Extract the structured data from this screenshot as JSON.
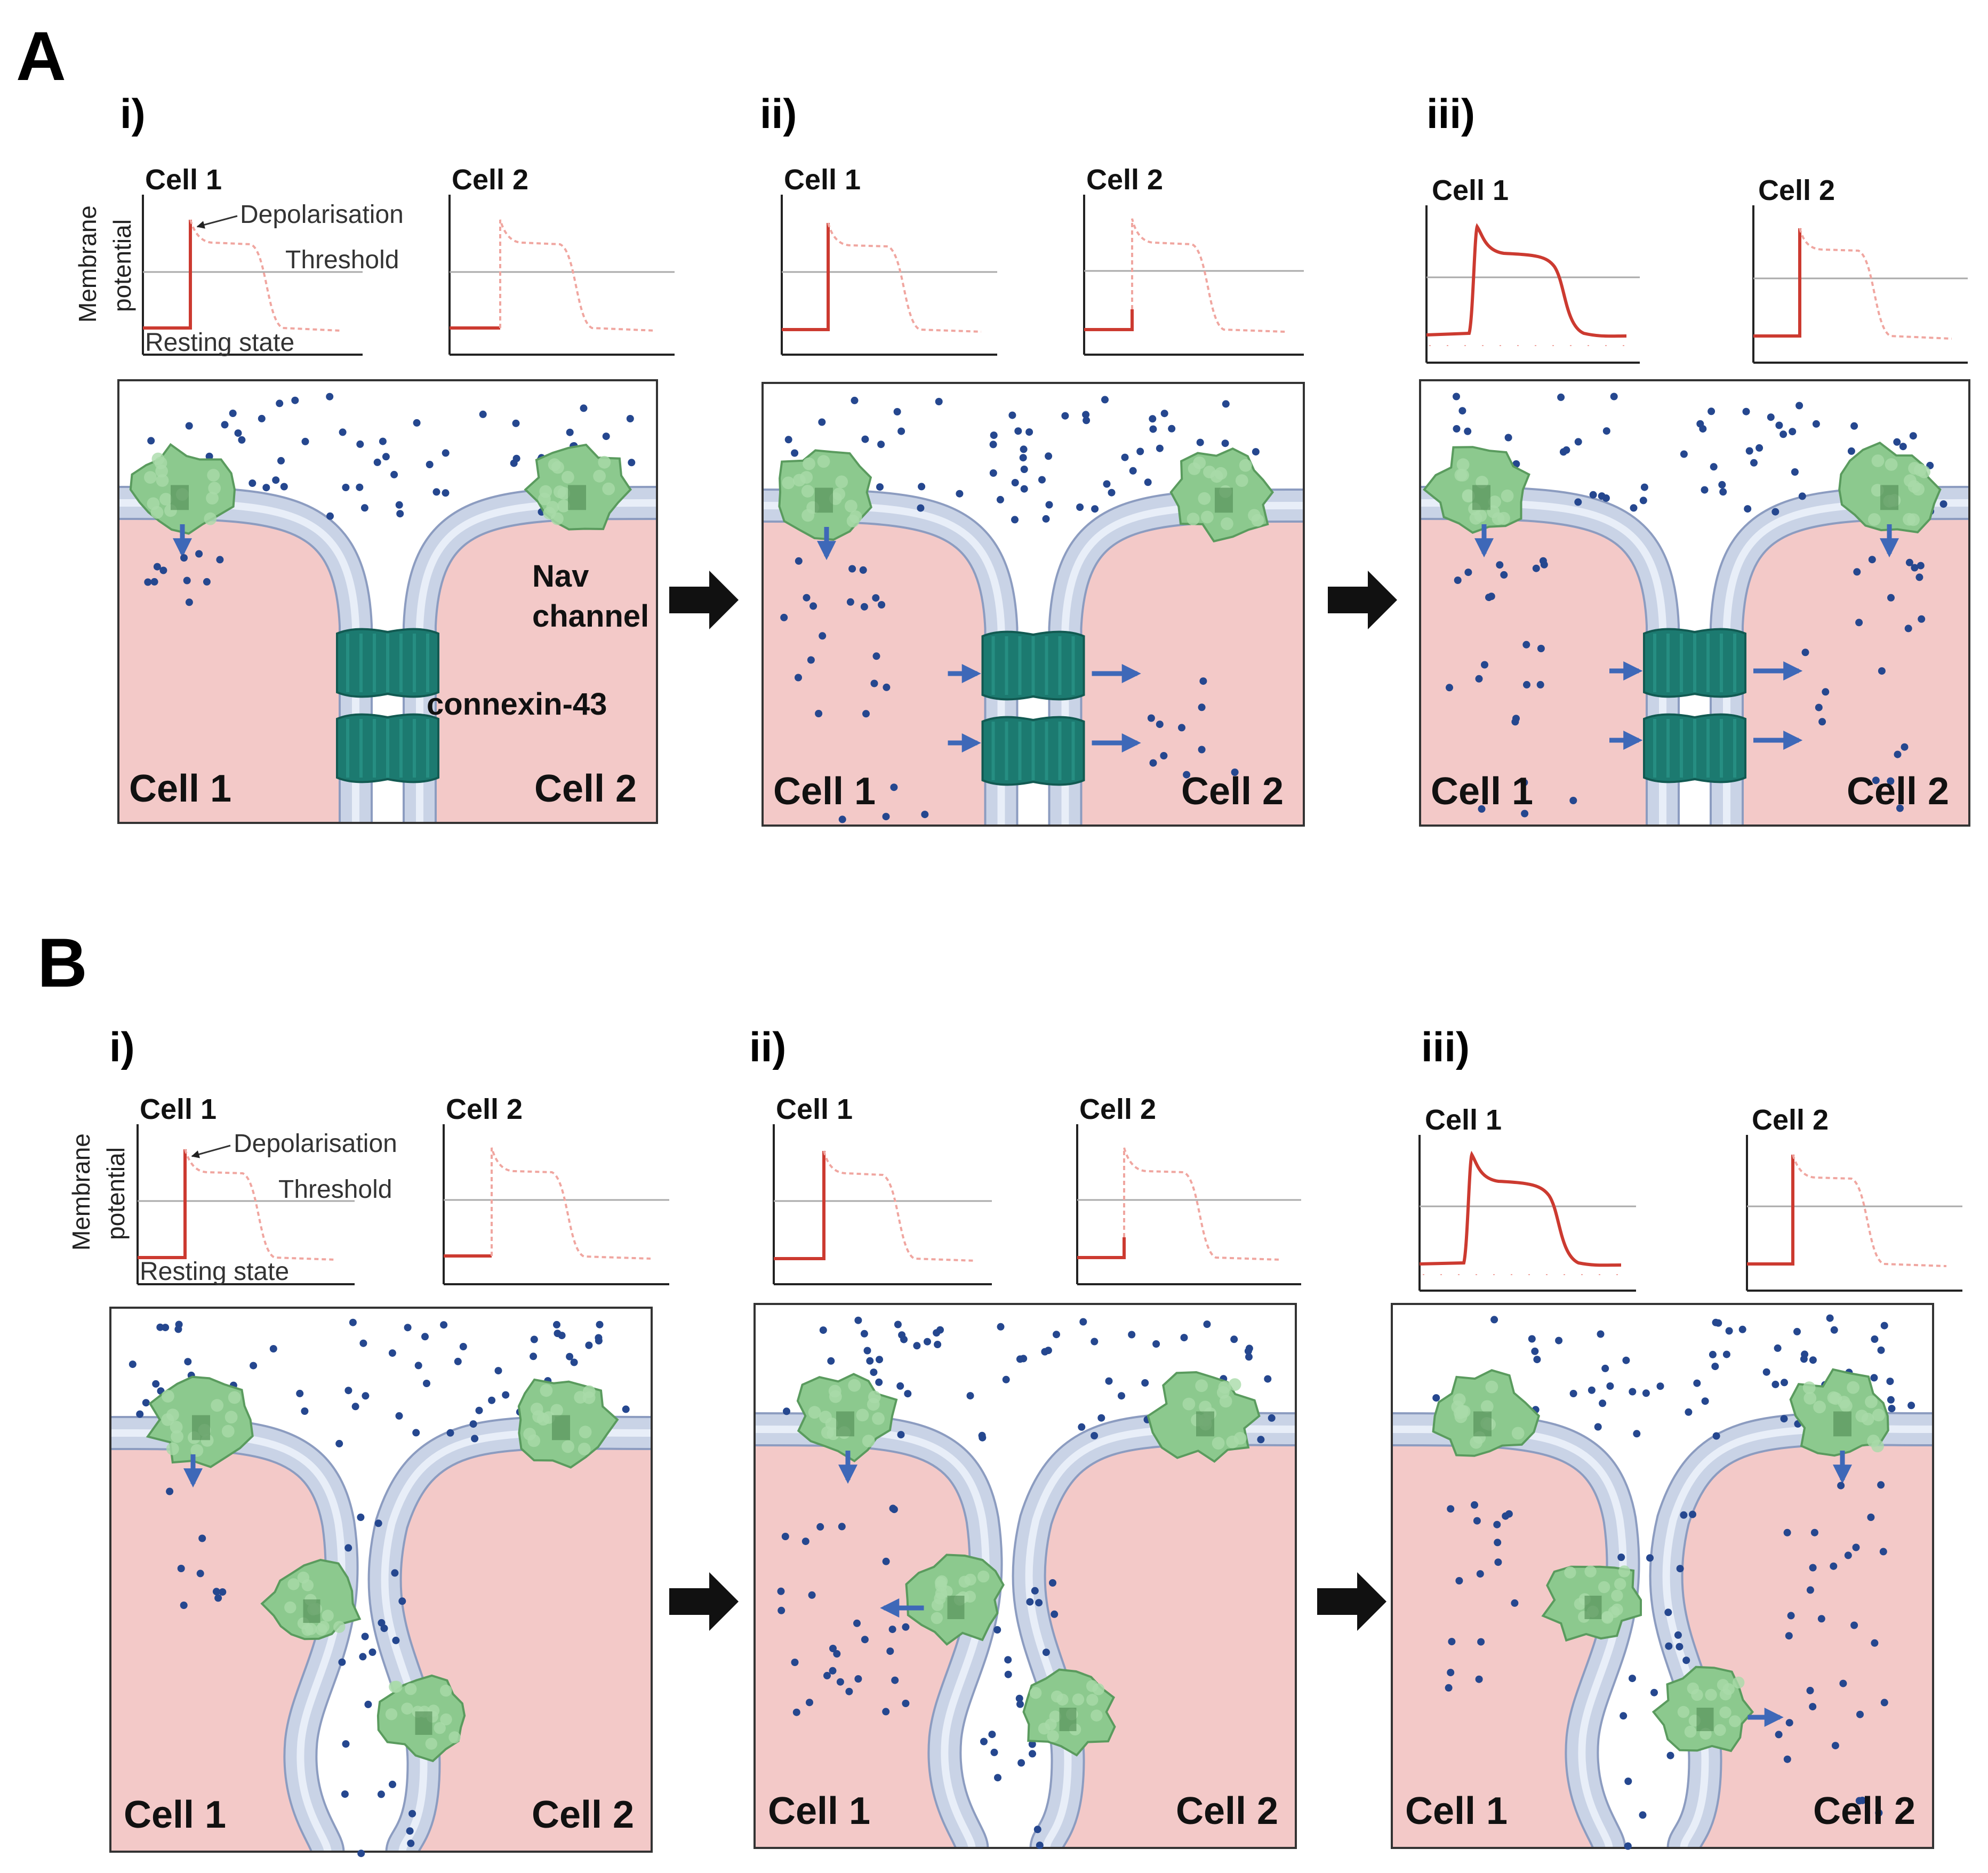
{
  "figure": {
    "panels": [
      {
        "id": "A",
        "letter": "A",
        "stages": [
          {
            "label": "i)",
            "plot1_title": "Cell 1",
            "plot2_title": "Cell 2",
            "box_left": "Cell 1",
            "box_right": "Cell 2"
          },
          {
            "label": "ii)",
            "plot1_title": "Cell 1",
            "plot2_title": "Cell 2",
            "box_left": "Cell 1",
            "box_right": "Cell 2"
          },
          {
            "label": "iii)",
            "plot1_title": "Cell 1",
            "plot2_title": "Cell 2",
            "box_left": "Cell 1",
            "box_right": "Cell 2"
          }
        ],
        "labels": {
          "y_axis_line1": "Membrane",
          "y_axis_line2": "potential",
          "depolarisation": "Depolarisation",
          "threshold": "Threshold",
          "resting_state": "Resting state",
          "nav_line1": "Nav",
          "nav_line2": "channel",
          "connexin": "connexin-43"
        }
      },
      {
        "id": "B",
        "letter": "B",
        "stages": [
          {
            "label": "i)",
            "plot1_title": "Cell 1",
            "plot2_title": "Cell 2",
            "box_left": "Cell 1",
            "box_right": "Cell 2"
          },
          {
            "label": "ii)",
            "plot1_title": "Cell 1",
            "plot2_title": "Cell 2",
            "box_left": "Cell 1",
            "box_right": "Cell 2"
          },
          {
            "label": "iii)",
            "plot1_title": "Cell 1",
            "plot2_title": "Cell 2",
            "box_left": "Cell 1",
            "box_right": "Cell 2"
          }
        ],
        "labels": {
          "y_axis_line1": "Membrane",
          "y_axis_line2": "potential",
          "depolarisation": "Depolarisation",
          "threshold": "Threshold",
          "resting_state": "Resting state"
        }
      }
    ],
    "colors": {
      "cytoplasm": "#f3c9c8",
      "membrane": "#c9d3e6",
      "ion": "#25478f",
      "arrow": "#3e68b8",
      "nav_channel": "#8cc98e",
      "connexin": "#1c7a70",
      "trace": "#cc3a30",
      "trace_faded": "#f0a6a0",
      "threshold_line": "#aaaaaa"
    },
    "icons": [
      "nav-channel-icon",
      "connexin-43-icon",
      "stage-arrow-icon",
      "ion-flow-arrow-icon"
    ]
  }
}
